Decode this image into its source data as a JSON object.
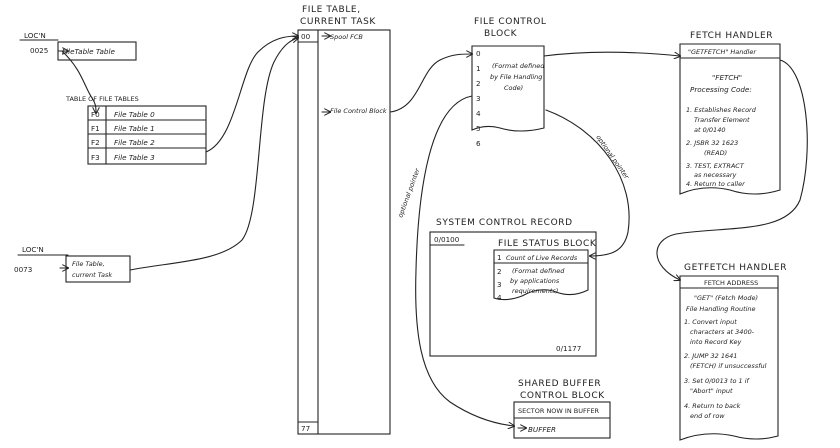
{
  "loc_top": {
    "label": "LOC'N",
    "address": "0025",
    "content": "FileTable Table"
  },
  "table_of_file_tables": {
    "title": "TABLE OF FILE TABLES",
    "rows": [
      {
        "key": "F0",
        "value": "File Table 0"
      },
      {
        "key": "F1",
        "value": "File Table 1"
      },
      {
        "key": "F2",
        "value": "File Table 2"
      },
      {
        "key": "F3",
        "value": "File Table 3"
      }
    ]
  },
  "loc_bottom": {
    "label": "LOC'N",
    "address": "0073",
    "content_line1": "File Table,",
    "content_line2": "current Task"
  },
  "file_table": {
    "title_line1": "FILE TABLE,",
    "title_line2": "CURRENT TASK",
    "first_index": "00",
    "first_entry": "Spool FCB",
    "entry_fcb": "File Control Block",
    "last_index": "77"
  },
  "fcb": {
    "title_line1": "FILE CONTROL",
    "title_line2": "BLOCK",
    "rows": [
      "0",
      "1",
      "2",
      "3",
      "4",
      "5",
      "6"
    ],
    "note": [
      "(Format defined",
      "by File Handling",
      "Code)"
    ]
  },
  "system_control_record": {
    "title": "SYSTEM CONTROL RECORD",
    "start_addr": "0/0100",
    "end_addr": "0/1177"
  },
  "file_status_block": {
    "title": "FILE STATUS BLOCK",
    "row1_label": "Count of Live Records",
    "row2_label": [
      "(Format defined",
      "by applications",
      "requirements)"
    ],
    "rows": [
      "1",
      "2",
      "3",
      "4"
    ]
  },
  "optional_pointers": {
    "left": "optional pointer",
    "right": "optional pointer"
  },
  "fetch_handler": {
    "title": "FETCH HANDLER",
    "header": "\"GETFETCH\" Handler",
    "heading": [
      "\"FETCH\"",
      "Processing Code:"
    ],
    "steps": [
      [
        "1. Establishes Record",
        "Transfer Element",
        "at 0/0140"
      ],
      [
        "2. JSBR 32 1623",
        "(READ)"
      ],
      [
        "3. TEST, EXTRACT",
        "as necessary"
      ],
      [
        "4. Return to caller"
      ]
    ]
  },
  "getfetch_handler": {
    "title": "GETFETCH HANDLER",
    "header": "FETCH ADDRESS",
    "heading": [
      "\"GET\" (Fetch Mode)",
      "File Handling Routine"
    ],
    "steps": [
      [
        "1. Convert input",
        "characters at 3400-",
        "into Record Key"
      ],
      [
        "2. JUMP 32 1641",
        "(FETCH) if unsuccessful"
      ],
      [
        "3. Set 0/0013 to 1 if",
        "\"Abort\" input"
      ],
      [
        "4. Return to back",
        "end of row"
      ]
    ]
  },
  "shared_buffer": {
    "title_line1": "SHARED BUFFER",
    "title_line2": "CONTROL BLOCK",
    "row1": "SECTOR NOW IN BUFFER",
    "row2": "BUFFER"
  }
}
